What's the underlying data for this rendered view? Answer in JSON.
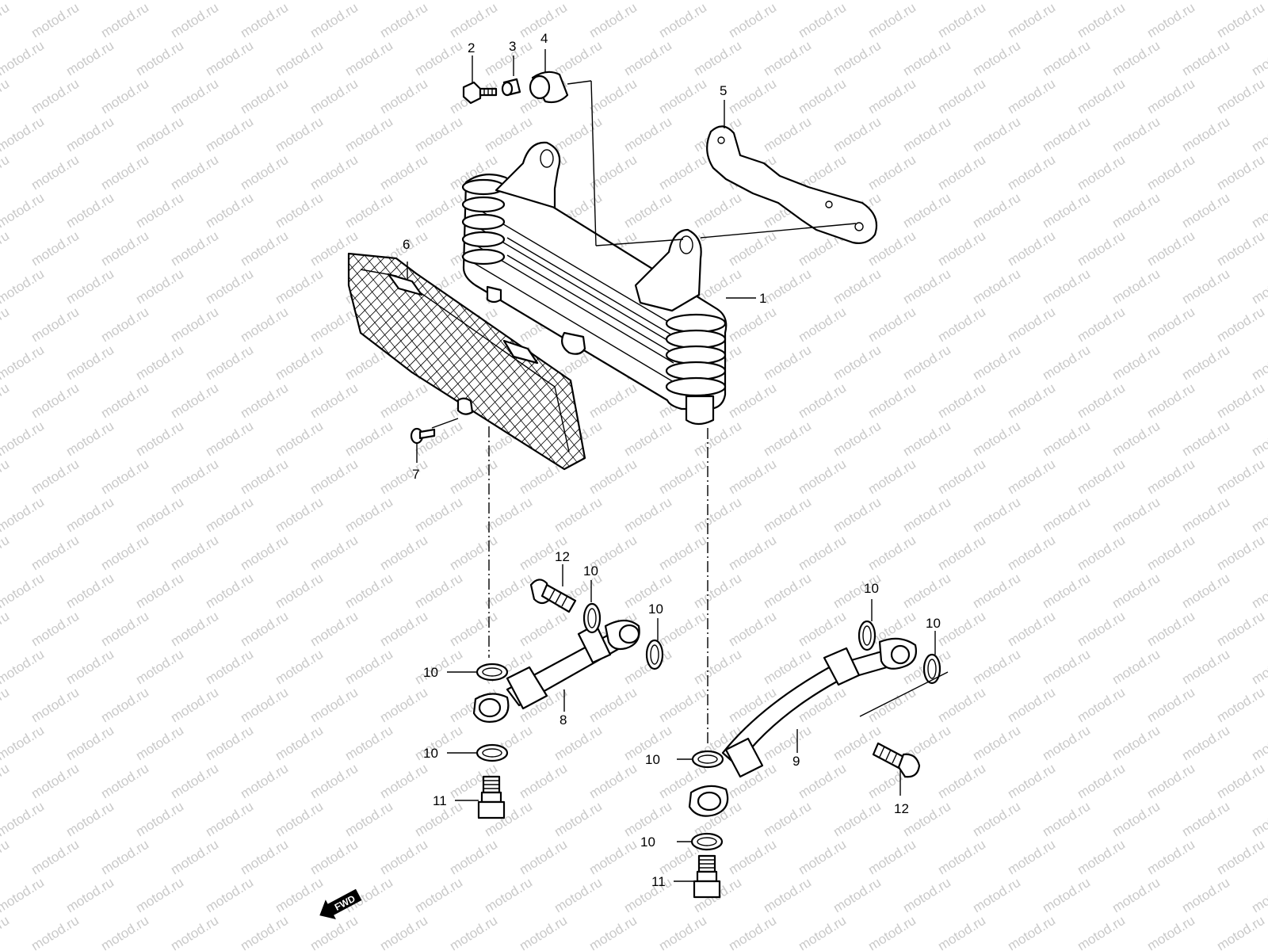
{
  "watermark": {
    "text": "motod.ru"
  },
  "direction_arrow": {
    "label": "FWD"
  },
  "callouts": [
    {
      "id": "c1",
      "label": "1"
    },
    {
      "id": "c2",
      "label": "2"
    },
    {
      "id": "c3",
      "label": "3"
    },
    {
      "id": "c4",
      "label": "4"
    },
    {
      "id": "c5",
      "label": "5"
    },
    {
      "id": "c6",
      "label": "6"
    },
    {
      "id": "c7",
      "label": "7"
    },
    {
      "id": "c8",
      "label": "8"
    },
    {
      "id": "c9",
      "label": "9"
    },
    {
      "id": "c10a",
      "label": "10"
    },
    {
      "id": "c10b",
      "label": "10"
    },
    {
      "id": "c10c",
      "label": "10"
    },
    {
      "id": "c10d",
      "label": "10"
    },
    {
      "id": "c10e",
      "label": "10"
    },
    {
      "id": "c10f",
      "label": "10"
    },
    {
      "id": "c10g",
      "label": "10"
    },
    {
      "id": "c10h",
      "label": "10"
    },
    {
      "id": "c11a",
      "label": "11"
    },
    {
      "id": "c11b",
      "label": "11"
    },
    {
      "id": "c12a",
      "label": "12"
    },
    {
      "id": "c12b",
      "label": "12"
    }
  ]
}
